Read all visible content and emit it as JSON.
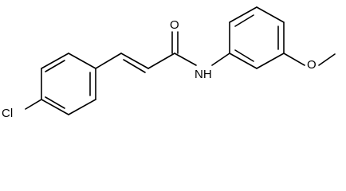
{
  "molecule": {
    "atom_labels": {
      "chlorine": "Cl",
      "oxygen_carbonyl": "O",
      "nitrogen_amide": "NH",
      "oxygen_methoxy": "O"
    },
    "bond_color": "#000000",
    "background_color": "#ffffff"
  }
}
